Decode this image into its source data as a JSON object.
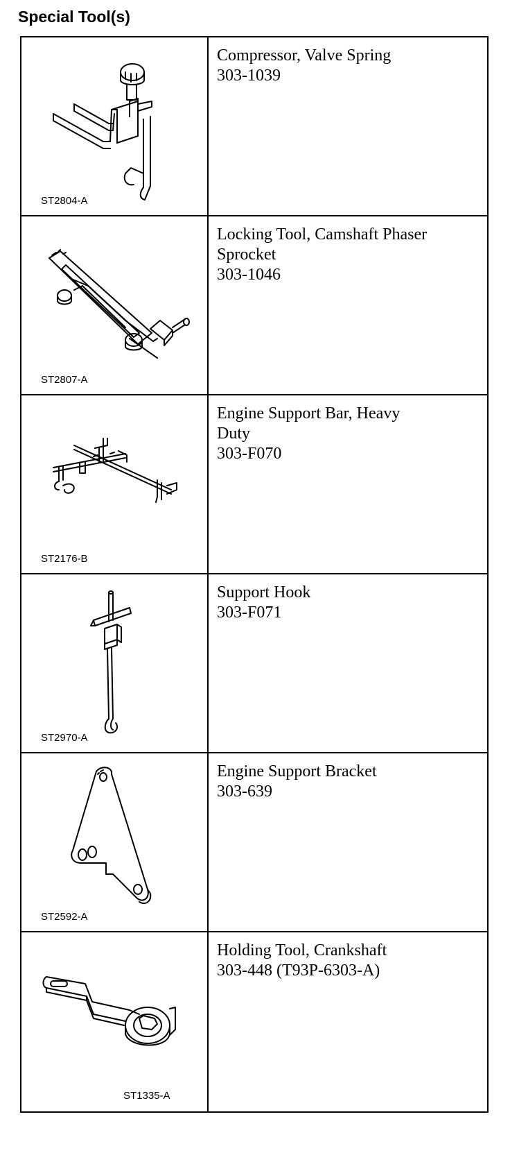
{
  "heading": "Special Tool(s)",
  "tools": [
    {
      "code": "ST2804-A",
      "name_line1": "Compressor, Valve Spring",
      "name_line2": "",
      "part": "303-1039",
      "icon": "valve-spring-compressor-icon"
    },
    {
      "code": "ST2807-A",
      "name_line1": "Locking Tool, Camshaft Phaser",
      "name_line2": "Sprocket",
      "part": "303-1046",
      "icon": "camshaft-locking-tool-icon"
    },
    {
      "code": "ST2176-B",
      "name_line1": "Engine Support Bar, Heavy",
      "name_line2": "Duty",
      "part": "303-F070",
      "icon": "engine-support-bar-icon"
    },
    {
      "code": "ST2970-A",
      "name_line1": "Support Hook",
      "name_line2": "",
      "part": "303-F071",
      "icon": "support-hook-icon"
    },
    {
      "code": "ST2592-A",
      "name_line1": "Engine Support Bracket",
      "name_line2": "",
      "part": "303-639",
      "icon": "engine-support-bracket-icon"
    },
    {
      "code": "ST1335-A",
      "name_line1": "Holding Tool, Crankshaft",
      "name_line2": "",
      "part": "303-448 (T93P-6303-A)",
      "icon": "crankshaft-holding-tool-icon"
    }
  ]
}
